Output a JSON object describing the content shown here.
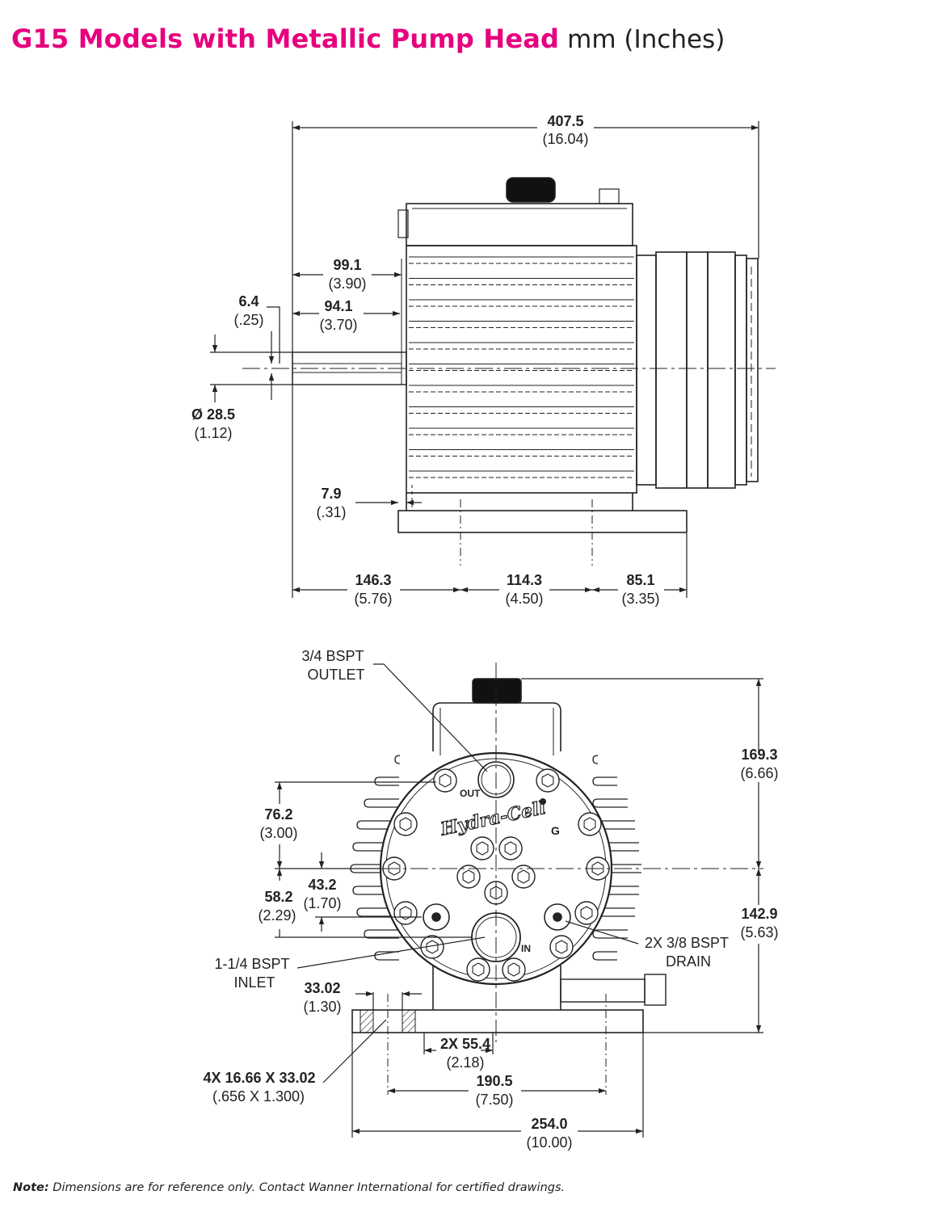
{
  "header": {
    "title": "G15 Models with Metallic Pump Head",
    "unit": "mm (Inches)",
    "accent_color": "#e6007e"
  },
  "side_view": {
    "overall_length": {
      "mm": "407.5",
      "in": "(16.04)"
    },
    "shaft_length": {
      "mm": "99.1",
      "in": "(3.90)"
    },
    "shaft_key_length": {
      "mm": "94.1",
      "in": "(3.70)"
    },
    "key_width": {
      "mm": "6.4",
      "in": "(.25)"
    },
    "shaft_diameter": {
      "mm": "Ø 28.5",
      "in": "(1.12)"
    },
    "base_offset": {
      "mm": "7.9",
      "in": "(.31)"
    },
    "dim_a": {
      "mm": "146.3",
      "in": "(5.76)"
    },
    "dim_b": {
      "mm": "114.3",
      "in": "(4.50)"
    },
    "dim_c": {
      "mm": "85.1",
      "in": "(3.35)"
    }
  },
  "front_view": {
    "outlet": {
      "line1": "3/4 BSPT",
      "line2": "OUTLET"
    },
    "inlet": {
      "line1": "1-1/4 BSPT",
      "line2": "INLET"
    },
    "drain": {
      "line1": "2X 3/8 BSPT",
      "line2": "DRAIN"
    },
    "height_top": {
      "mm": "169.3",
      "in": "(6.66)"
    },
    "height_bottom": {
      "mm": "142.9",
      "in": "(5.63)"
    },
    "dim_76": {
      "mm": "76.2",
      "in": "(3.00)"
    },
    "dim_43": {
      "mm": "43.2",
      "in": "(1.70)"
    },
    "dim_58": {
      "mm": "58.2",
      "in": "(2.29)"
    },
    "slot_spacing": {
      "mm": "33.02",
      "in": "(1.30)"
    },
    "slot_size": {
      "mm": "4X 16.66 X 33.02",
      "in": "(.656 X 1.300)"
    },
    "dim_55": {
      "mm": "2X 55.4",
      "in": "(2.18)"
    },
    "dim_190": {
      "mm": "190.5",
      "in": "(7.50)"
    },
    "dim_254": {
      "mm": "254.0",
      "in": "(10.00)"
    },
    "port_out": "OUT",
    "port_in": "IN",
    "model_mark": "G",
    "brand": "Hydra-Cell"
  },
  "footer": {
    "note_label": "Note:",
    "note_text": "Dimensions are for reference only. Contact Wanner International for certified drawings."
  }
}
